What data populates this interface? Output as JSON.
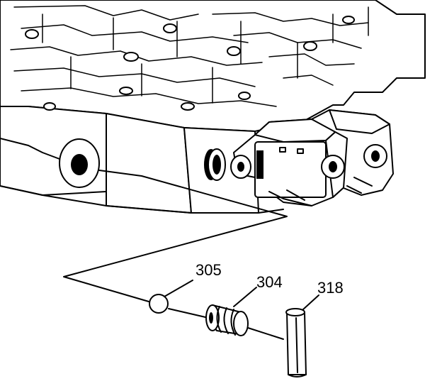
{
  "callouts": {
    "check_ball": "305",
    "plug": "304",
    "pin": "318"
  }
}
